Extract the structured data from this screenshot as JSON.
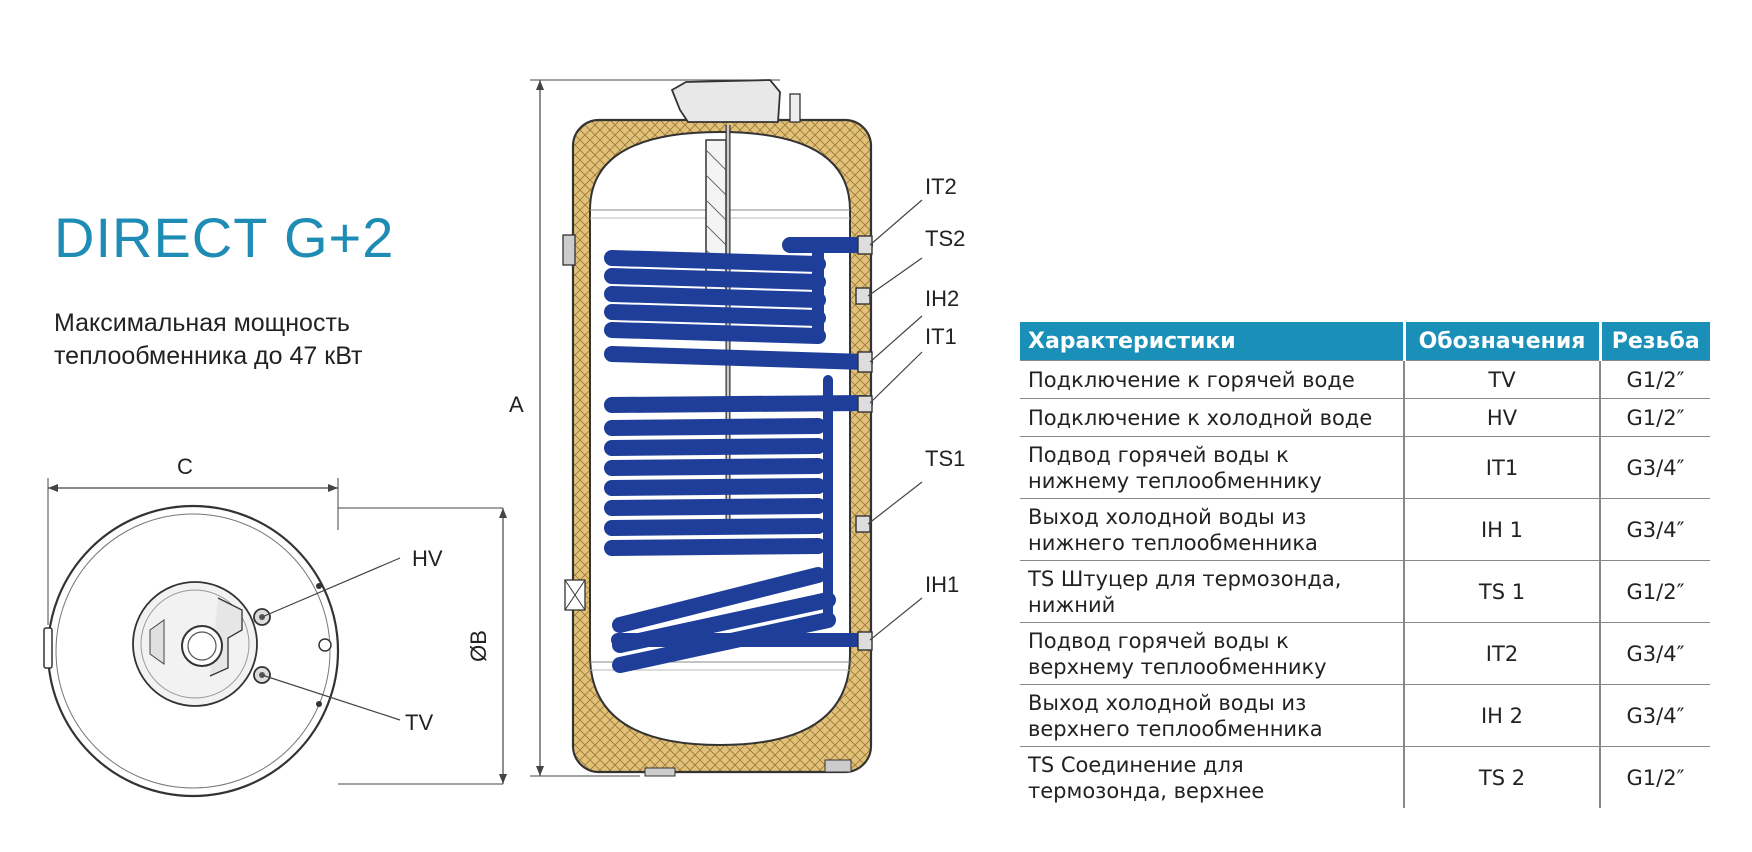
{
  "product": {
    "title": "DIRECT G+2",
    "subtitle_line1": "Максимальная мощность",
    "subtitle_line2": "теплообменника до 47 кВт"
  },
  "diagram": {
    "dim_c": "C",
    "dim_a": "A",
    "dim_b": "ØB",
    "top_view_labels": {
      "hv": "HV",
      "tv": "TV"
    },
    "side_labels": {
      "it2": "IT2",
      "ts2": "TS2",
      "ih2": "IH2",
      "it1": "IT1",
      "ts1": "TS1",
      "ih1": "IH1"
    },
    "colors": {
      "coil": "#1f3e9a",
      "insulation": "#e2c27a",
      "outline": "#333333"
    }
  },
  "table": {
    "headers": [
      "Характеристики",
      "Обозначения",
      "Резьба"
    ],
    "header_color": "#1a8fb8",
    "rows": [
      {
        "line1": "Подключение к горячей воде",
        "line2": "",
        "code": "TV",
        "thread": "G1/2″"
      },
      {
        "line1": "Подключение к холодной воде",
        "line2": "",
        "code": "HV",
        "thread": "G1/2″"
      },
      {
        "line1": "Подвод горячей воды к",
        "line2": "нижнему теплообменнику",
        "code": "IT1",
        "thread": "G3/4″"
      },
      {
        "line1": "Выход холодной воды из",
        "line2": "нижнего теплообменника",
        "code": "IH 1",
        "thread": "G3/4″"
      },
      {
        "line1": "TS Штуцер для термозонда,",
        "line2": "нижний",
        "code": "TS 1",
        "thread": "G1/2″"
      },
      {
        "line1": "Подвод горячей воды к",
        "line2": "верхнему теплообменнику",
        "code": "IT2",
        "thread": "G3/4″"
      },
      {
        "line1": "Выход холодной воды из",
        "line2": "верхнего теплообменника",
        "code": "IH 2",
        "thread": "G3/4″"
      },
      {
        "line1": "TS Соединение для",
        "line2": "термозонда, верхнее",
        "code": "TS 2",
        "thread": "G1/2″"
      }
    ]
  }
}
